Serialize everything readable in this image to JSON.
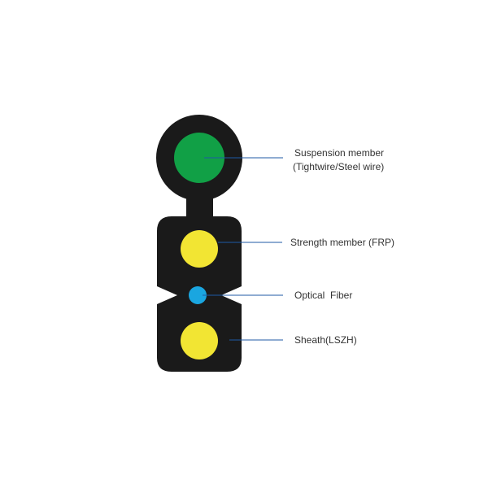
{
  "colors": {
    "sheath": "#1a1a1a",
    "suspension_member": "#11a046",
    "strength_member": "#f2e533",
    "optical_fiber": "#1aa6e0",
    "leader_line": "#1f5aa6",
    "background": "#ffffff"
  },
  "labels": {
    "suspension_line1": "Suspension member",
    "suspension_line2": "(Tightwire/Steel wire)",
    "strength": "Strength member (FRP)",
    "fiber": "Optical  Fiber",
    "sheath": "Sheath(LSZH)"
  }
}
